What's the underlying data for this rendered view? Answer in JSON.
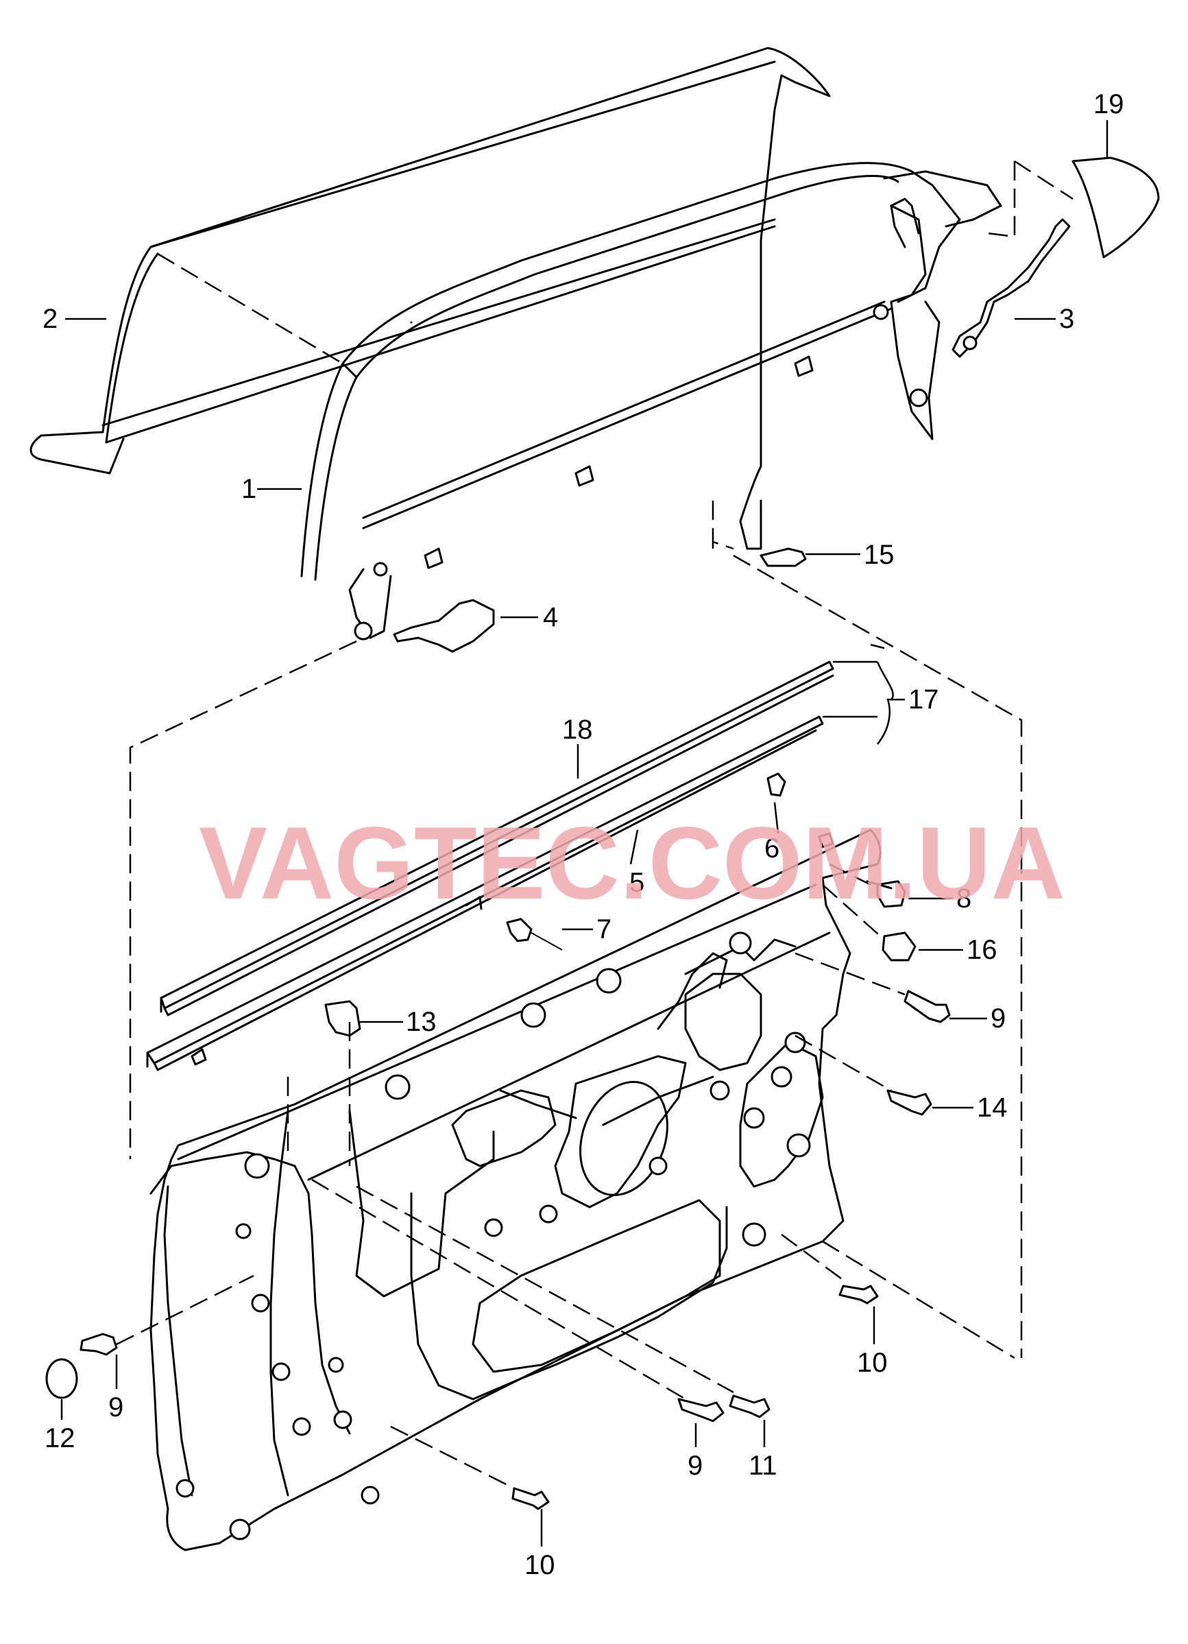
{
  "watermark": "VAGTEC.COM.UA",
  "callouts": {
    "c1": "1",
    "c2": "2",
    "c3": "3",
    "c4": "4",
    "c5": "5",
    "c6": "6",
    "c7": "7",
    "c8": "8",
    "c9a": "9",
    "c9b": "9",
    "c9c": "9",
    "c10a": "10",
    "c10b": "10",
    "c11": "11",
    "c12": "12",
    "c13": "13",
    "c14": "14",
    "c15": "15",
    "c16": "16",
    "c17": "17",
    "c18": "18",
    "c19": "19"
  },
  "colors": {
    "line": "#000000",
    "watermark": "#f0a9ad",
    "background": "#ffffff"
  }
}
